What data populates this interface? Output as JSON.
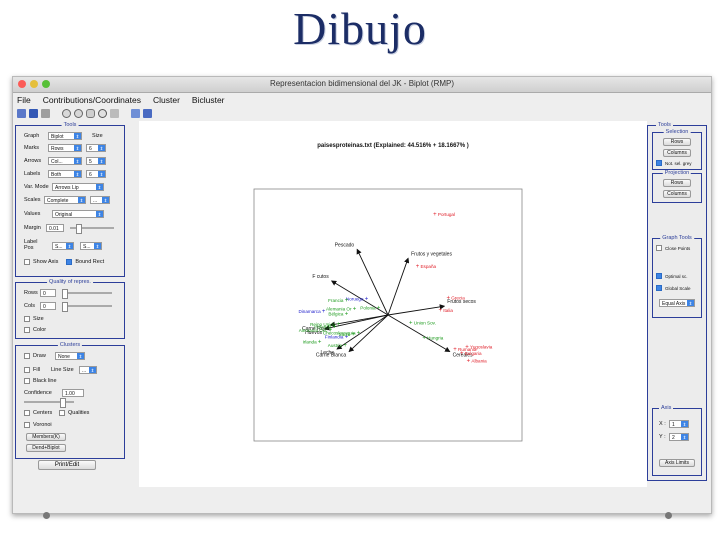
{
  "slide_title": "Dibujo",
  "window_title": "Representacion bidimensional del JK - Biplot (RMP)",
  "menu": [
    "File",
    "Contributions/Coordinates",
    "Cluster",
    "Bicluster"
  ],
  "left": {
    "tools_title": "Tools",
    "graph_label": "Graph",
    "graph_value": "Biplot",
    "size_label": "Size",
    "marks_label": "Marks",
    "marks_value": "Rows",
    "marks_size": "6",
    "arrows_label": "Arrows",
    "arrows_value": "Col...",
    "arrows_size": "5",
    "labels_label": "Labels",
    "labels_value": "Both",
    "labels_size": "6",
    "varmode_label": "Var. Mode",
    "varmode_value": "Arrows Lip",
    "scales_label": "Scales",
    "scales_value": "Complete",
    "scales_extra": "...",
    "values_label": "Values",
    "values_value": "Original",
    "margin_label": "Margin",
    "margin_value": "0.01",
    "labelpos_label": "Label Pos",
    "labelpos_a": "S...",
    "labelpos_b": "S...",
    "show_axis": "Show Axis",
    "bound_rect": "Bound Rect",
    "quality_title": "Quality of repres.",
    "rows_label": "Rows",
    "rows_value": "0",
    "cols_label": "Cols",
    "cols_value": "0",
    "size_cb": "Size",
    "color_cb": "Color",
    "clusters_title": "Clusters",
    "draw_label": "Draw",
    "draw_value": "None",
    "fill_label": "Fill",
    "linesize_label": "Line Size",
    "blackline_label": "Black line",
    "confidence_label": "Confidence",
    "confidence_value": "1.00",
    "centers_label": "Centers",
    "qualities_label": "Qualities",
    "voronoi_label": "Voronoi",
    "members_btn": "Members(K)",
    "dendbiplot_btn": "Dend+Biplot",
    "printedit_btn": "Print/Edit"
  },
  "right": {
    "tools_title": "Tools",
    "selection_title": "Selection",
    "rows_btn": "Rows",
    "columns_btn": "Columns",
    "notsel_label": "Not. sel. grey",
    "projection_title": "Projection",
    "proj_rows_btn": "Rows",
    "proj_columns_btn": "Columns",
    "graphtools_title": "Graph Tools",
    "closepoints_label": "Close Points",
    "optimalsc_label": "Optimal sc.",
    "globalscale_label": "Global Scale",
    "equalaxis_value": "Equal Axis",
    "axis_title": "Axis",
    "x_label": "X :",
    "x_value": "1",
    "y_label": "Y :",
    "y_value": "2",
    "axislimits_btn": "Axis Limits"
  },
  "plot": {
    "title": "paisesproteinas.txt (Explained: 44.516% + 18.1667% )"
  },
  "chart_data": {
    "type": "scatter",
    "title": "paisesproteinas.txt (Explained: 44.516% + 18.1667% )",
    "colors": {
      "rows_red": "#e0202a",
      "rows_green": "#1b9a1b",
      "rows_blue": "#2222cc",
      "columns": "#111111"
    },
    "xlim": [
      -1,
      1
    ],
    "ylim": [
      -1,
      1
    ],
    "origin": [
      0,
      0
    ],
    "columns": [
      {
        "name": "Pescado",
        "x": -0.23,
        "y": 0.52
      },
      {
        "name": "Frutos y vegetales",
        "x": 0.15,
        "y": 0.45
      },
      {
        "name": "F   cutos",
        "x": -0.42,
        "y": 0.27
      },
      {
        "name": "Frutos secos",
        "x": 0.42,
        "y": 0.07
      },
      {
        "name": "Cereales",
        "x": 0.46,
        "y": -0.29
      },
      {
        "name": "Carne Blanca",
        "x": -0.29,
        "y": -0.29
      },
      {
        "name": "Leche",
        "x": -0.38,
        "y": -0.27
      },
      {
        "name": "Huevos",
        "x": -0.47,
        "y": -0.11
      },
      {
        "name": "Carne Roja",
        "x": -0.43,
        "y": -0.08
      }
    ],
    "rows": [
      {
        "name": "Portugal",
        "x": 0.35,
        "y": 0.8,
        "group": "red"
      },
      {
        "name": "España",
        "x": 0.22,
        "y": 0.39,
        "group": "red"
      },
      {
        "name": "Grecia",
        "x": 0.45,
        "y": 0.14,
        "group": "red"
      },
      {
        "name": "Italia",
        "x": 0.39,
        "y": 0.04,
        "group": "red"
      },
      {
        "name": "Yugoslavia",
        "x": 0.59,
        "y": -0.25,
        "group": "red"
      },
      {
        "name": "Rumania",
        "x": 0.5,
        "y": -0.27,
        "group": "red"
      },
      {
        "name": "Bulgaria",
        "x": 0.55,
        "y": -0.3,
        "group": "red"
      },
      {
        "name": "Albania",
        "x": 0.6,
        "y": -0.36,
        "group": "red"
      },
      {
        "name": "Noruega",
        "x": -0.16,
        "y": 0.13,
        "group": "blue"
      },
      {
        "name": "Dinamarca",
        "x": -0.48,
        "y": 0.03,
        "group": "blue"
      },
      {
        "name": "Finlandia",
        "x": -0.31,
        "y": -0.17,
        "group": "blue"
      },
      {
        "name": "Francia",
        "x": -0.31,
        "y": 0.12,
        "group": "green"
      },
      {
        "name": "Polonia",
        "x": -0.07,
        "y": 0.06,
        "group": "green"
      },
      {
        "name": "Alemania Or",
        "x": -0.25,
        "y": 0.05,
        "group": "green"
      },
      {
        "name": "Bélgica",
        "x": -0.31,
        "y": 0.01,
        "group": "green"
      },
      {
        "name": "Reino Unido",
        "x": -0.37,
        "y": -0.07,
        "group": "green"
      },
      {
        "name": "Holanda",
        "x": -0.4,
        "y": -0.09,
        "group": "green"
      },
      {
        "name": "Alemania Occ",
        "x": -0.43,
        "y": -0.12,
        "group": "green"
      },
      {
        "name": "Suiza",
        "x": -0.26,
        "y": -0.15,
        "group": "green"
      },
      {
        "name": "Checoslovaquia",
        "x": -0.22,
        "y": -0.14,
        "group": "green"
      },
      {
        "name": "Union Sov.",
        "x": 0.17,
        "y": -0.06,
        "group": "green"
      },
      {
        "name": "Hungria",
        "x": 0.27,
        "y": -0.18,
        "group": "green"
      },
      {
        "name": "Irlanda",
        "x": -0.51,
        "y": -0.21,
        "group": "green"
      },
      {
        "name": "Austria",
        "x": -0.32,
        "y": -0.24,
        "group": "green"
      }
    ]
  }
}
